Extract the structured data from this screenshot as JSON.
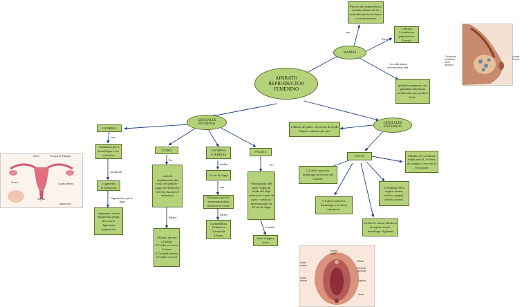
{
  "root": "APARATO\nREPRODUCTOR\nFEMENINO",
  "mamas": {
    "title": "MAMAS",
    "top": "Proyección semiesférica, situada delante de los músculos pectoral mayor y serrato anterior",
    "son_label": "son:",
    "partes_label": "Partes:",
    "partes": "1.Piezón\n2.conductos galactóforos\n3.areola",
    "cada_label": "en cada mama encontramos una:",
    "glandula": "glandula mamaria: una glandula sudorípara modificada que produce leche."
  },
  "internos": {
    "title": "GENITALES\nINTERNOS",
    "ovarios": {
      "title": "OVARIOS",
      "son_label": "son:",
      "desc": "-Glándulas pares homólogas a los testículos",
      "producen_label": "producen:",
      "producen": "1) gametos\n2) hormonas",
      "ligamentos_label": "ligamentos que lo fijan:",
      "ligamentos": "-ligamento ancho\n-ligamento propio del ovario\n-ligamento suspensorio"
    },
    "utero": {
      "title": "ÚTERO",
      "es_label": "Es:",
      "desc": "-sitio de implantación del óvulo fecundado -Lugar de desarrollo del feto durante el embarazo",
      "partes_label": "Partes:",
      "partes": "1.Fondo uterino\n2.Cuerpo\n3.Cuello o cervix\n4.Istmo\n5.Cavidad uterina\n6.Canal cervical"
    },
    "trompas": {
      "title": "TROMPAS\nUTERINAS",
      "miden_label": "miden:",
      "miden": "10 cm de largo",
      "son_label": "son:",
      "son": "Ruta para que los espermatozoides alcancen el ovulo",
      "partes_label": "Partes:",
      "partes": "1.infundíbulo\n2.fimbrias\n3.ampolla\n4.Istmo"
    },
    "vagina": {
      "title": "VAGINA",
      "es_label": "Es:",
      "desc": "-Receptáculo del pene -lugar de salida del flujo menstrual -canal de parto -conducto fibromuscular de 10 cm de largo",
      "forrado_label": "forrado:",
      "forrado": "entre vejiga y recto"
    }
  },
  "externos": {
    "title": "GENITALES\nEXTERNOS",
    "monte": "1.Monte de pubis: elevación de tejido adiposo cubierta por piel",
    "vulva": "VULVA",
    "labios_mayores": "2. Labios mayores: homólogo al escroto del hombre.",
    "labios_menores": "3. Labios menores: homólogo a la uretra esponjosa.",
    "clitoris": "4.Clitoris: masa cilíndrica de tejido eréctil, homólogo al glande",
    "vestibulo": "5.Vestíbulo de la vagina: himen, orificio vaginal, orificio uretral.",
    "bulbo": "5.Bulbo del vestíbulo: tejido eréctil, se llena de sangre y crece en la excitación"
  },
  "image_captions": {
    "breast_left": "Conductos\nlactíferos\nseno\nlactífero",
    "breast_right": "Areola\nPezón",
    "uterus_tube": "Trompa de Falopio",
    "uterus": "Útero",
    "ovary": "Ovario",
    "cervix": "Cuello uterino",
    "vagina": "Vagina",
    "credit": "adam.com",
    "ext_monte": "Monte\npubis",
    "ext_clitoris": "Clitoris",
    "ext_lmayor": "Labio\nmayor",
    "ext_uretral": "Urethral\nopening",
    "ext_lmenor": "Labio\nmenor",
    "ext_vagina": "Vagina",
    "ext_anus": "Anus"
  }
}
